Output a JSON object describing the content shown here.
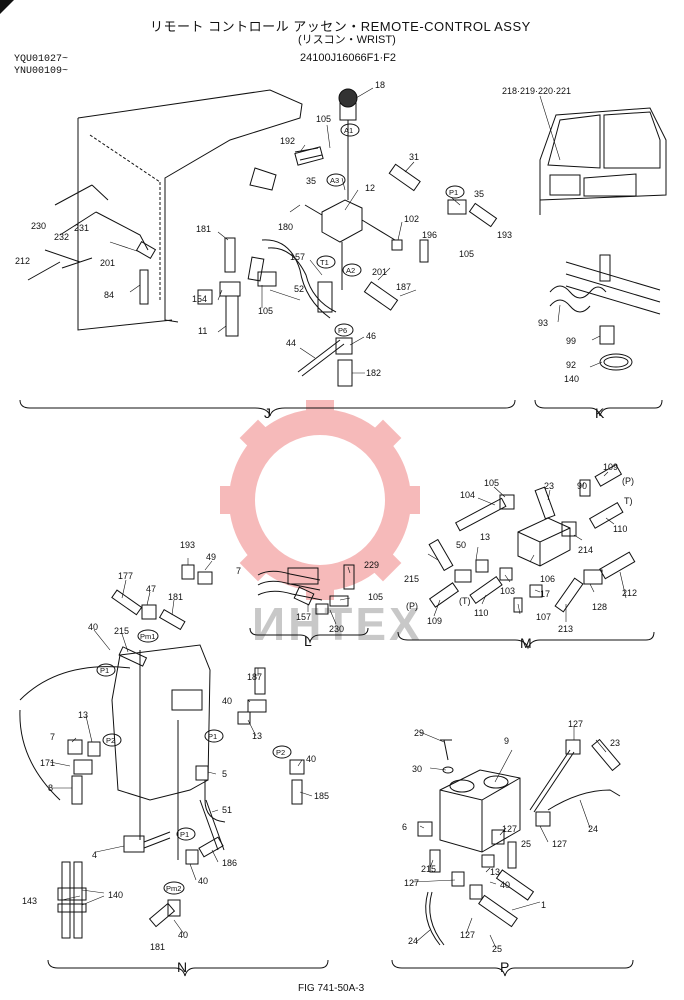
{
  "header": {
    "title": "リモート コントロール アッセン・REMOTE-CONTROL ASSY",
    "subtitle": "(リスコン・WRIST)",
    "serials": [
      "YQU01027~",
      "YNU00109~"
    ],
    "part_number": "24100J16066F1·F2"
  },
  "footer": {
    "fig_number": "FIG 741-50A-3"
  },
  "watermark": {
    "text": "ИНТЕХ",
    "color": "#e63c3c"
  },
  "sections": {
    "J": {
      "label": "J",
      "callouts": [
        "18",
        "105",
        "192",
        "35",
        "31",
        "35",
        "12",
        "180",
        "102",
        "196",
        "193",
        "105",
        "181",
        "157",
        "201",
        "187",
        "230",
        "232",
        "231",
        "212",
        "201",
        "84",
        "154",
        "105",
        "52",
        "11",
        "44",
        "46",
        "182"
      ],
      "tags": [
        "A1",
        "A3",
        "P1",
        "T1",
        "A2",
        "P6"
      ]
    },
    "K": {
      "label": "K",
      "ref": "218·219·220·221",
      "callouts": [
        "93",
        "99",
        "92",
        "140"
      ]
    },
    "L": {
      "label": "L",
      "callouts": [
        "229",
        "105",
        "157",
        "230"
      ]
    },
    "M": {
      "label": "M",
      "callouts": [
        "104",
        "105",
        "23",
        "90",
        "109",
        "(P)",
        "T)",
        "110",
        "50",
        "13",
        "214",
        "215",
        "106",
        "103",
        "17",
        "128",
        "212",
        "(P)",
        "(T)",
        "110",
        "109",
        "107",
        "213"
      ]
    },
    "N": {
      "label": "N",
      "callouts": [
        "193",
        "49",
        "7",
        "177",
        "47",
        "181",
        "40",
        "215",
        "13",
        "7",
        "171",
        "8",
        "187",
        "40",
        "13",
        "5",
        "40",
        "185",
        "51",
        "4",
        "186",
        "40",
        "40",
        "143",
        "140",
        "181"
      ],
      "tags": [
        "Pm1",
        "P1",
        "P2",
        "P1",
        "P2",
        "P1",
        "Pm2"
      ]
    },
    "P": {
      "label": "P",
      "callouts": [
        "29",
        "9",
        "127",
        "23",
        "30",
        "6",
        "127",
        "25",
        "24",
        "127",
        "215",
        "13",
        "40",
        "127",
        "1",
        "24",
        "127",
        "25"
      ]
    }
  }
}
